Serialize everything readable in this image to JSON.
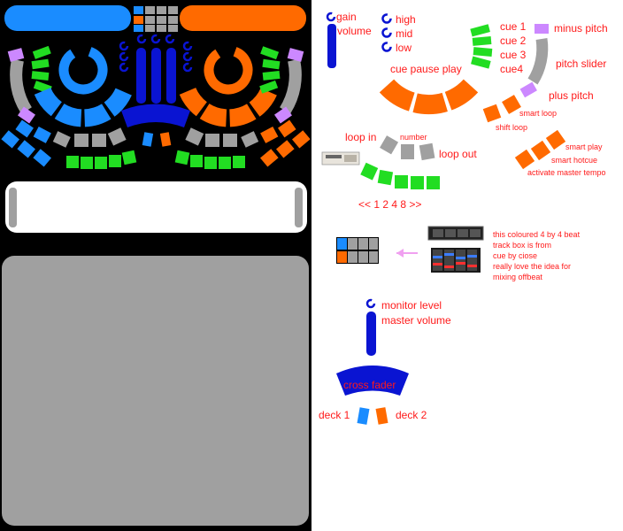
{
  "colors": {
    "blue": "#1a8cff",
    "orange": "#ff6a00",
    "green": "#22dd22",
    "gray": "#a0a0a0",
    "violet": "#cc88ff",
    "navy": "#0a14d2",
    "red": "#ff1a1a",
    "pink": "#f0a0f0"
  },
  "annotations": {
    "gain": "gain",
    "volume": "volume",
    "high": "high",
    "mid": "mid",
    "low": "low",
    "cue1": "cue 1",
    "cue2": "cue 2",
    "cue3": "cue 3",
    "cue4": "cue4",
    "minus_pitch": "minus pitch",
    "pitch_slider": "pitch slider",
    "plus_pitch": "plus pitch",
    "cue_pause_play": "cue pause play",
    "smart_loop": "smart loop",
    "shift_loop": "shift loop",
    "loop_in": "loop in",
    "number": "number",
    "loop_out": "loop out",
    "smart_play": "smart play",
    "smart_hotcue": "smart hotcue",
    "activate_master_tempo": "activate master tempo",
    "loop_sizes": "<< 1   2   4   8 >>",
    "beat_note_1": "this coloured 4 by 4 beat",
    "beat_note_2": "track box is from",
    "beat_note_3": "cue by ciose",
    "beat_note_4": "really love the idea for",
    "beat_note_5": "mixing offbeat",
    "monitor_level": "monitor level",
    "master_volume": "master volume",
    "cross_fader": "cross fader",
    "deck1": "deck 1",
    "deck2": "deck 2"
  }
}
